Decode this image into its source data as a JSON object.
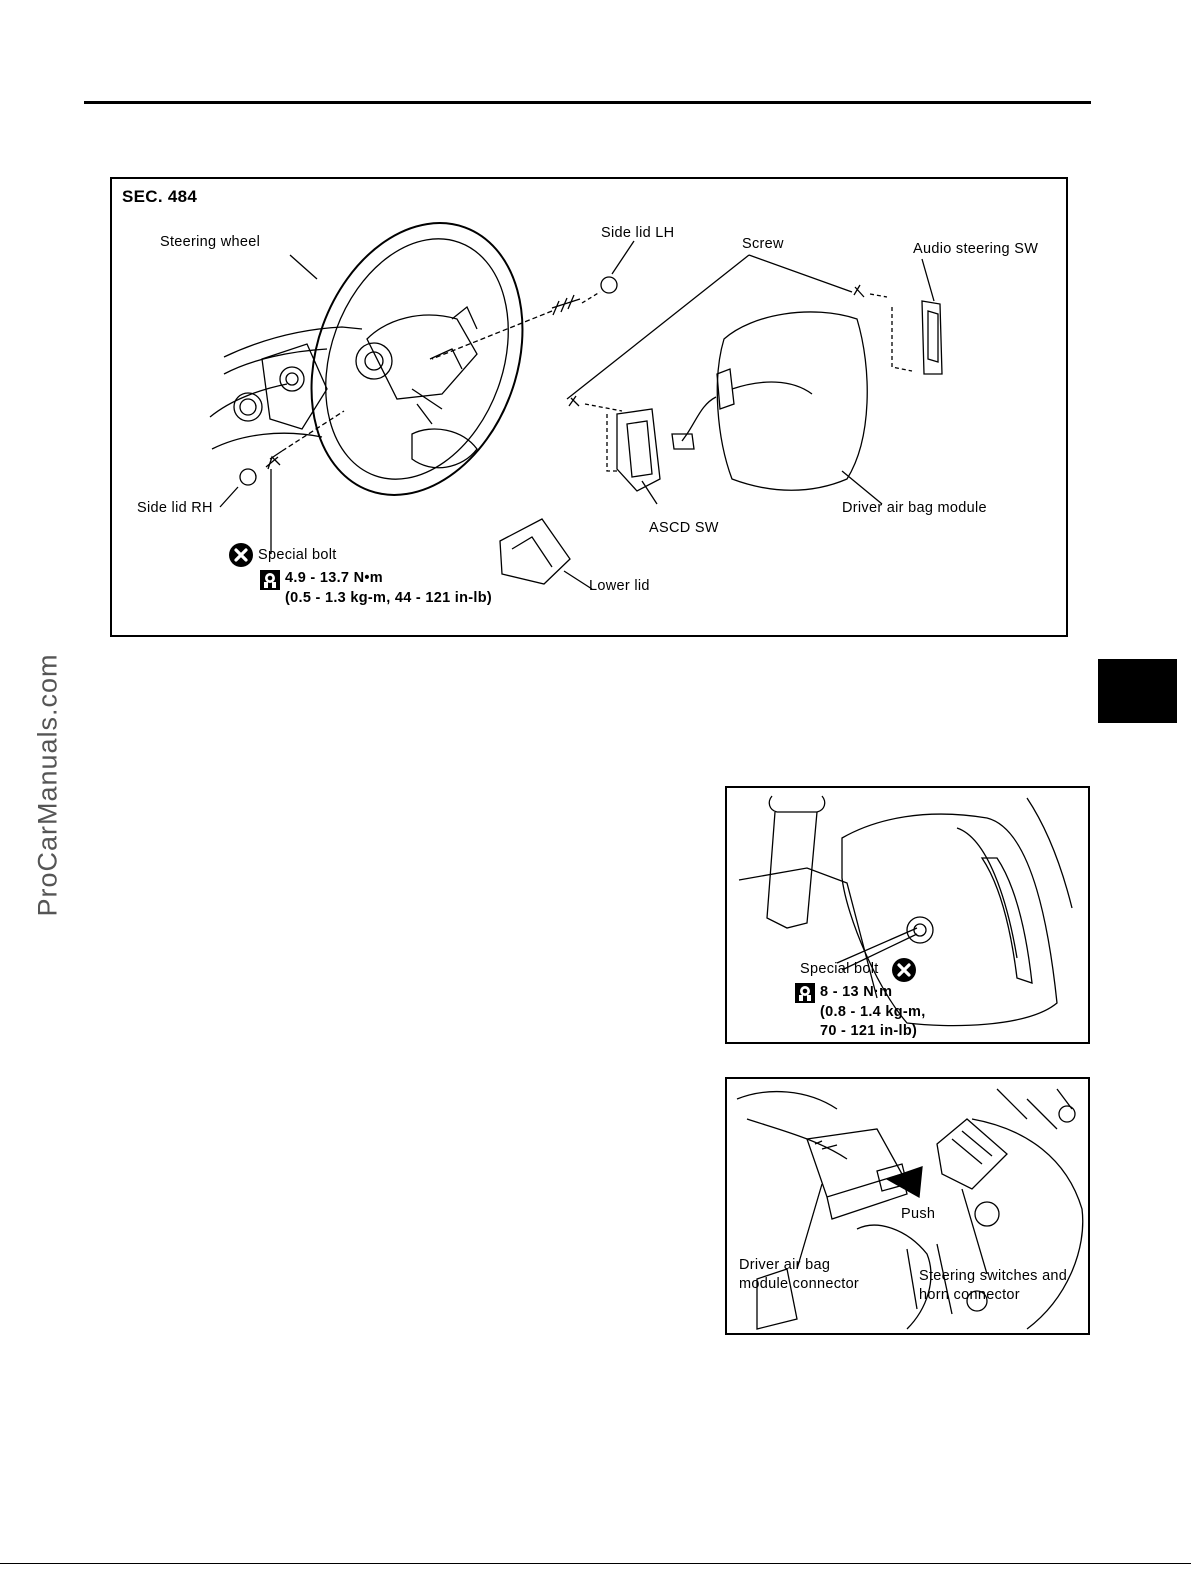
{
  "watermark": "ProCarManuals.com",
  "figure_main": {
    "section": "SEC. 484",
    "labels": {
      "steering_wheel": "Steering wheel",
      "side_lid_lh": "Side lid LH",
      "screw": "Screw",
      "audio_steering_sw": "Audio steering SW",
      "side_lid_rh": "Side lid RH",
      "asc_sw": "ASCD SW",
      "driver_air_bag_module": "Driver air bag module",
      "special_bolt": "Special bolt",
      "torque": "4.9 - 13.7 N•m",
      "torque_alt": "(0.5 - 1.3 kg-m, 44 - 121 in-lb)",
      "lower_lid": "Lower lid"
    }
  },
  "figure_bolt": {
    "special_bolt": "Special bolt",
    "torque": "8 - 13 N·m",
    "torque_alt_1": "(0.8 - 1.4 kg-m,",
    "torque_alt_2": "70 - 121 in-lb)"
  },
  "figure_connector": {
    "push": "Push",
    "driver_connector_1": "Driver air bag",
    "driver_connector_2": "module connector",
    "steering_connector_1": "Steering switches and",
    "steering_connector_2": "horn connector"
  },
  "icons": [
    "do-not-reuse-icon",
    "torque-wrench-icon"
  ]
}
